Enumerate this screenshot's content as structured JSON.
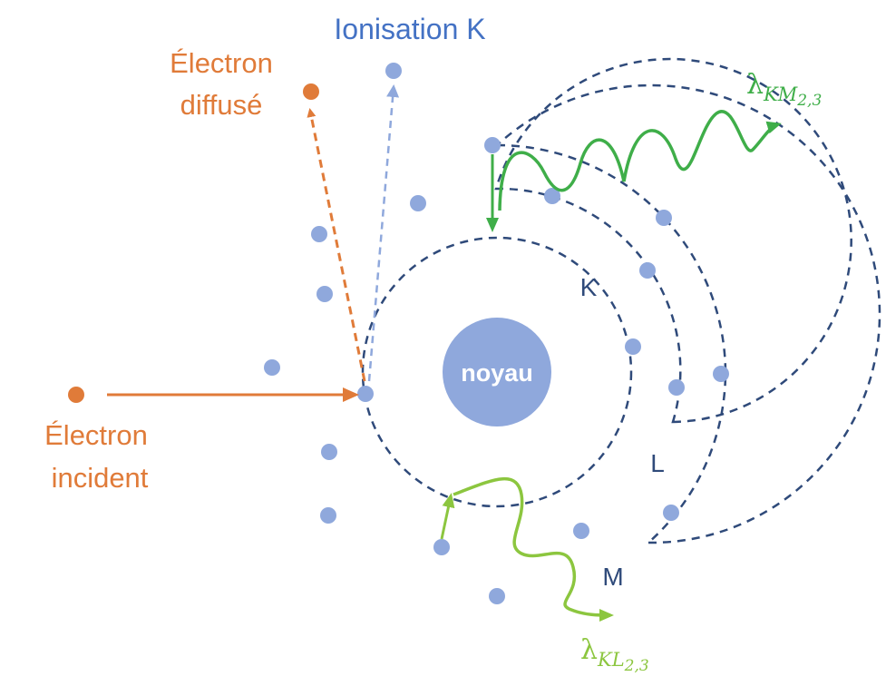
{
  "labels": {
    "ionisation": "Ionisation K",
    "scattered": [
      "Électron",
      "diffusé"
    ],
    "incident": [
      "Électron",
      "incident"
    ],
    "nucleus": "noyau",
    "shell_k": "K",
    "shell_l": "L",
    "shell_m": "M",
    "lambda_km": {
      "symbol": "λ",
      "sub": "KM",
      "subsub": "2,3"
    },
    "lambda_kl": {
      "symbol": "λ",
      "sub": "KL",
      "subsub": "2,3"
    }
  },
  "colors": {
    "orange": "#e07b39",
    "blue_label": "#4472c4",
    "shell": "#2f4a7a",
    "electron": "#8fa8dc",
    "nucleus": "#8fa8dc",
    "green_dark": "#3fae49",
    "green_light": "#8cc63f",
    "ion_arrow": "#8fa8dc"
  }
}
